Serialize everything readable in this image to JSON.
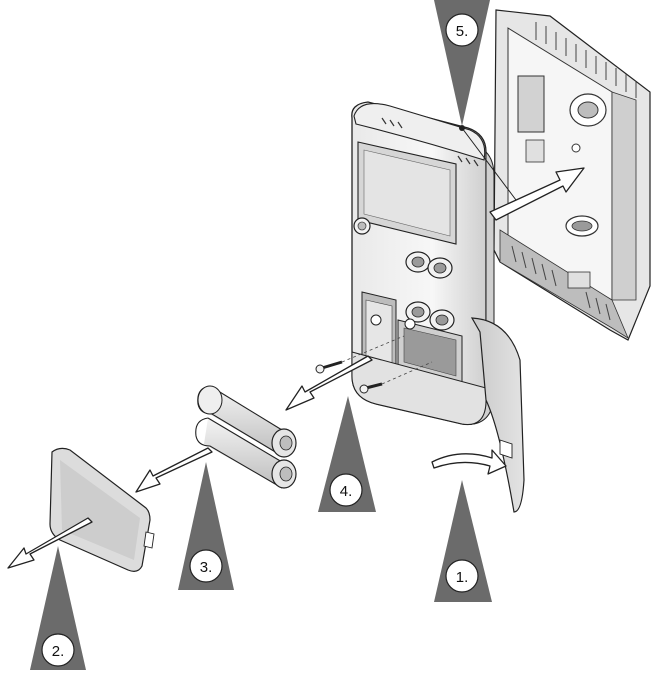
{
  "steps": [
    {
      "label": "1."
    },
    {
      "label": "2."
    },
    {
      "label": "3."
    },
    {
      "label": "4."
    },
    {
      "label": "5."
    }
  ],
  "colors": {
    "pointer": "#6b6b6b",
    "circle": "#ffffff",
    "outline": "#222222",
    "housing_light": "#f2f2f2",
    "housing_mid": "#d8d8d8",
    "housing_dark": "#9a9a9a",
    "arrow_fill": "#ffffff"
  }
}
